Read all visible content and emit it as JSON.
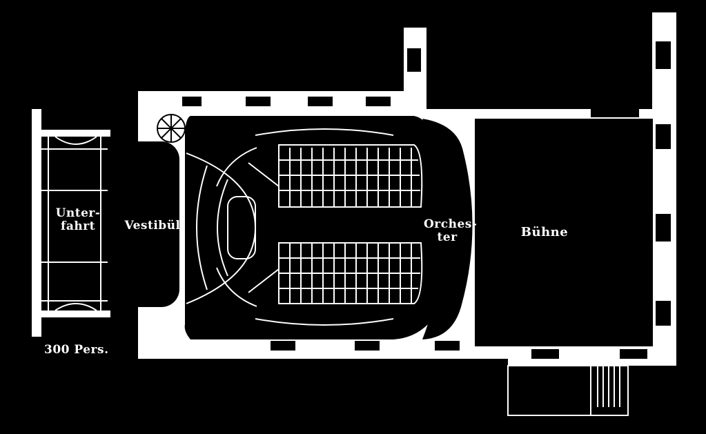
{
  "colors": {
    "background": "#000000",
    "walls": "#ffffff"
  },
  "labels": {
    "unterfahrt": {
      "line1": "Unter-",
      "line2": "fahrt"
    },
    "vestibul": "Vestibül",
    "orchester": {
      "line1": "Orches-",
      "line2": "ter"
    },
    "buhne": "Bühne",
    "capacity": "300 Pers."
  }
}
